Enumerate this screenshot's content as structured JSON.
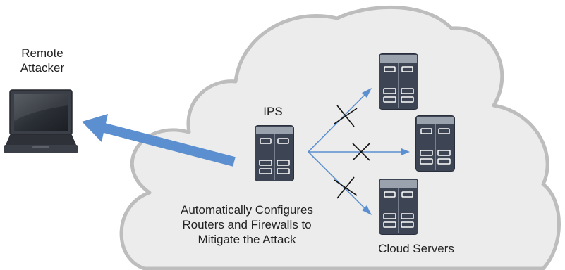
{
  "labels": {
    "remote_attacker": [
      "Remote",
      "Attacker"
    ],
    "ips": "IPS",
    "caption": [
      "Automatically Configures",
      "Routers and Firewalls to",
      "Mitigate the Attack"
    ],
    "cloud_servers": "Cloud Servers"
  },
  "icons": {
    "attacker": "laptop-icon",
    "ips": "server-icon",
    "servers": [
      "server-icon",
      "server-icon",
      "server-icon"
    ],
    "blocked": "x-mark-icon"
  },
  "colors": {
    "cloud_fill": "#ececec",
    "cloud_outline": "#bdbdbd",
    "arrow": "#5b8fcf",
    "server_body": "#3d4554",
    "x_mark": "#111111"
  }
}
